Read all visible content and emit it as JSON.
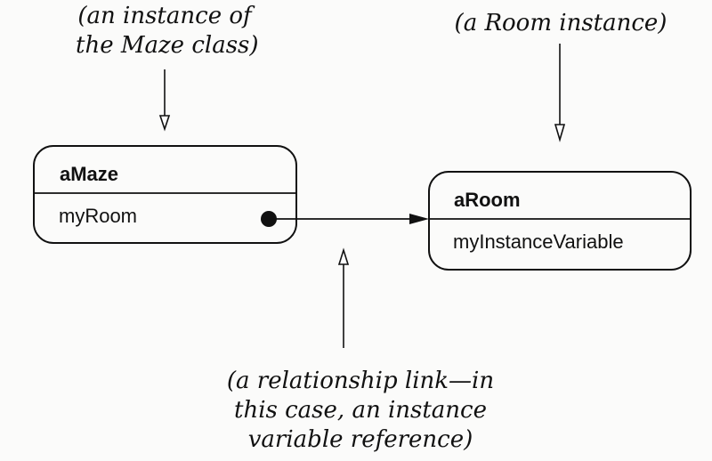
{
  "annotations": {
    "maze_note": [
      "(an instance of",
      "the Maze class)"
    ],
    "room_note": [
      "(a Room instance)"
    ],
    "link_note": [
      "(a relationship link—in",
      "this case, an instance",
      "variable reference)"
    ]
  },
  "objects": [
    {
      "name": "aMaze",
      "field": "myRoom"
    },
    {
      "name": "aRoom",
      "field": "myInstanceVariable"
    }
  ],
  "link": {
    "from": "aMaze.myRoom",
    "to": "aRoom",
    "kind": "instance variable reference"
  },
  "colors": {
    "ink": "#111111",
    "paper": "#fbfbfa"
  }
}
